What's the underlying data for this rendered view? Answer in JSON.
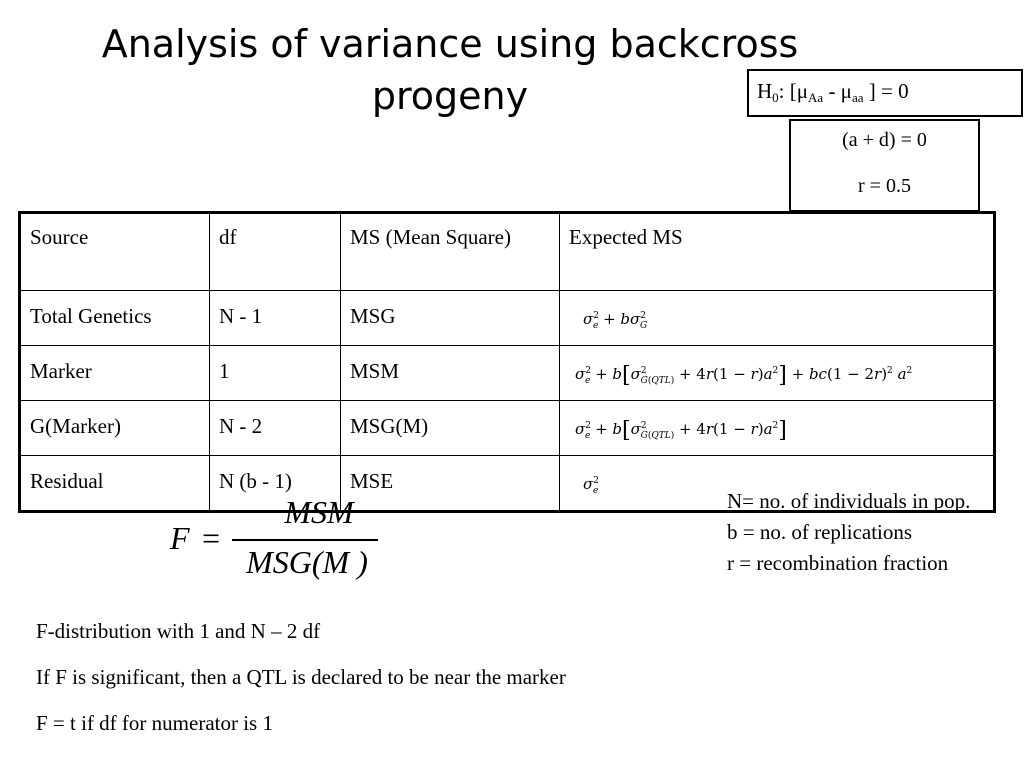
{
  "title": {
    "line1": "Analysis of variance using backcross",
    "line2": "progeny"
  },
  "hypothesis": {
    "h": "H",
    "h_sub": "0",
    "open": ": [μ",
    "aa_sub": "Aa",
    "minus": " -  μ",
    "aa2_sub": "aa",
    "close": " ] = 0"
  },
  "conditions": {
    "line1": "(a + d) = 0",
    "line2": "r = 0.5"
  },
  "table": {
    "headers": {
      "source": "Source",
      "df": "df",
      "ms": "MS (Mean Square)",
      "expected": "Expected MS"
    },
    "rows": [
      {
        "source": "Total Genetics",
        "df": "N - 1",
        "ms": "MSG"
      },
      {
        "source": "Marker",
        "df": "1",
        "ms": "MSM"
      },
      {
        "source": "G(Marker)",
        "df": "N - 2",
        "ms": "MSG(M)"
      },
      {
        "source": "Residual",
        "df": "N (b - 1)",
        "ms": "MSE"
      }
    ]
  },
  "formula": {
    "lhs": "F",
    "eq": "=",
    "numerator": "MSM",
    "denominator": "MSG(M )"
  },
  "notes": {
    "n": "N= no. of individuals in pop.",
    "b": "b = no. of replications",
    "r": "r = recombination fraction"
  },
  "bottom": {
    "line1": "F-distribution with 1 and N – 2 df",
    "line2": "If F is significant, then a QTL is declared to be near the marker",
    "line3": "F = t if df for numerator is 1"
  }
}
